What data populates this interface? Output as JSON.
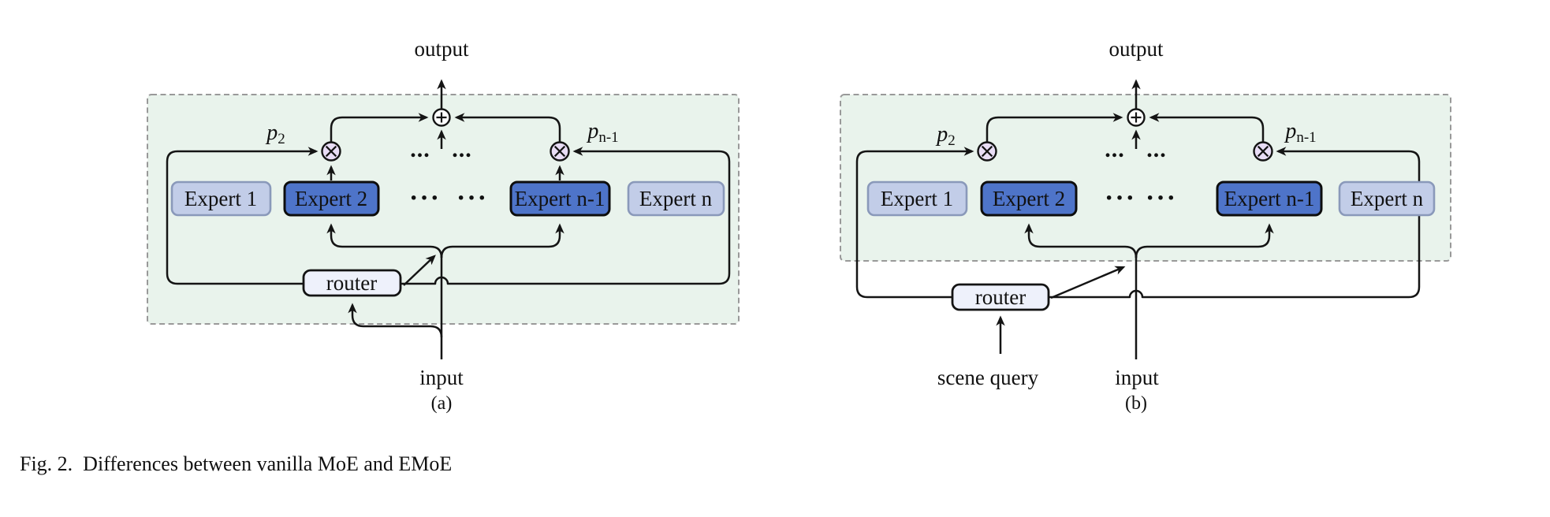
{
  "figure": {
    "caption": "Fig. 2.  Differences between vanilla MoE and EMoE",
    "icons": {
      "sum_node": "circle-plus",
      "product_node": "circle-times"
    },
    "colors": {
      "bg": "#ffffff",
      "text": "#111111",
      "line": "#141414",
      "panel_fill": "#e9f3ec",
      "panel_border": "#999999",
      "expert_light_fill": "#c2cde8",
      "expert_light_border": "#8a99ba",
      "expert_dark_fill": "#4e74c9",
      "expert_dark_border": "#0d0d0d",
      "mul_fill": "#e9ddf6",
      "sum_fill": "#ffffff",
      "router_fill": "#eef1fb"
    },
    "panel_a": {
      "panel_label": "(a)",
      "output_label": "output",
      "input_label": "input",
      "router_label": "router",
      "gate_left": {
        "base": "p",
        "sub": "2"
      },
      "gate_right": {
        "base": "p",
        "sub": "n-1"
      },
      "experts": [
        {
          "label": "Expert 1",
          "variant": "light"
        },
        {
          "label": "Expert 2",
          "variant": "dark"
        },
        {
          "label": "Expert n-1",
          "variant": "dark"
        },
        {
          "label": "Expert n",
          "variant": "light"
        }
      ],
      "dots_mid": "···",
      "dots_low": "..."
    },
    "panel_b": {
      "panel_label": "(b)",
      "output_label": "output",
      "input_label": "input",
      "scene_query_label": "scene query",
      "router_label": "router",
      "gate_left": {
        "base": "p",
        "sub": "2"
      },
      "gate_right": {
        "base": "p",
        "sub": "n-1"
      },
      "experts": [
        {
          "label": "Expert 1",
          "variant": "light"
        },
        {
          "label": "Expert 2",
          "variant": "dark"
        },
        {
          "label": "Expert n-1",
          "variant": "dark"
        },
        {
          "label": "Expert n",
          "variant": "light"
        }
      ],
      "dots_mid": "···",
      "dots_low": "..."
    }
  }
}
